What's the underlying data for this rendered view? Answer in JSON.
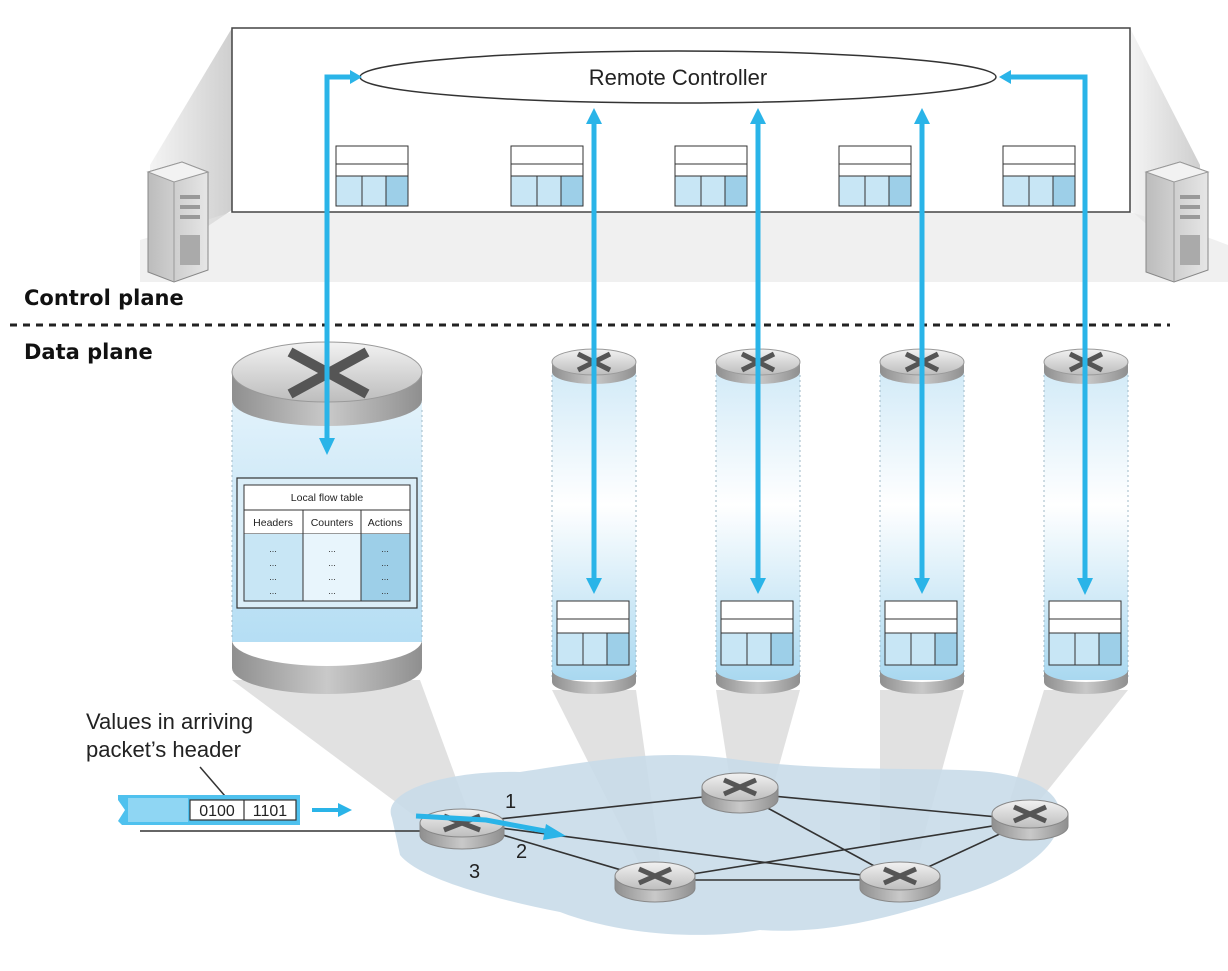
{
  "controller": {
    "label": "Remote Controller"
  },
  "planes": {
    "control": "Control plane",
    "data": "Data plane"
  },
  "flow_table": {
    "title": "Local flow table",
    "columns": [
      "Headers",
      "Counters",
      "Actions"
    ],
    "cell": "..."
  },
  "packet": {
    "caption_line1": "Values in arriving",
    "caption_line2": "packet’s header",
    "field1": "0100",
    "field2": "1101"
  },
  "ports": {
    "p1": "1",
    "p2": "2",
    "p3": "3"
  },
  "colors": {
    "arrow": "#2ab4e8",
    "table_fill": "#c8e6f5",
    "table_action": "#9dcfe8",
    "network_blob": "#c9dbe9",
    "beam": "#d6d6d6"
  }
}
